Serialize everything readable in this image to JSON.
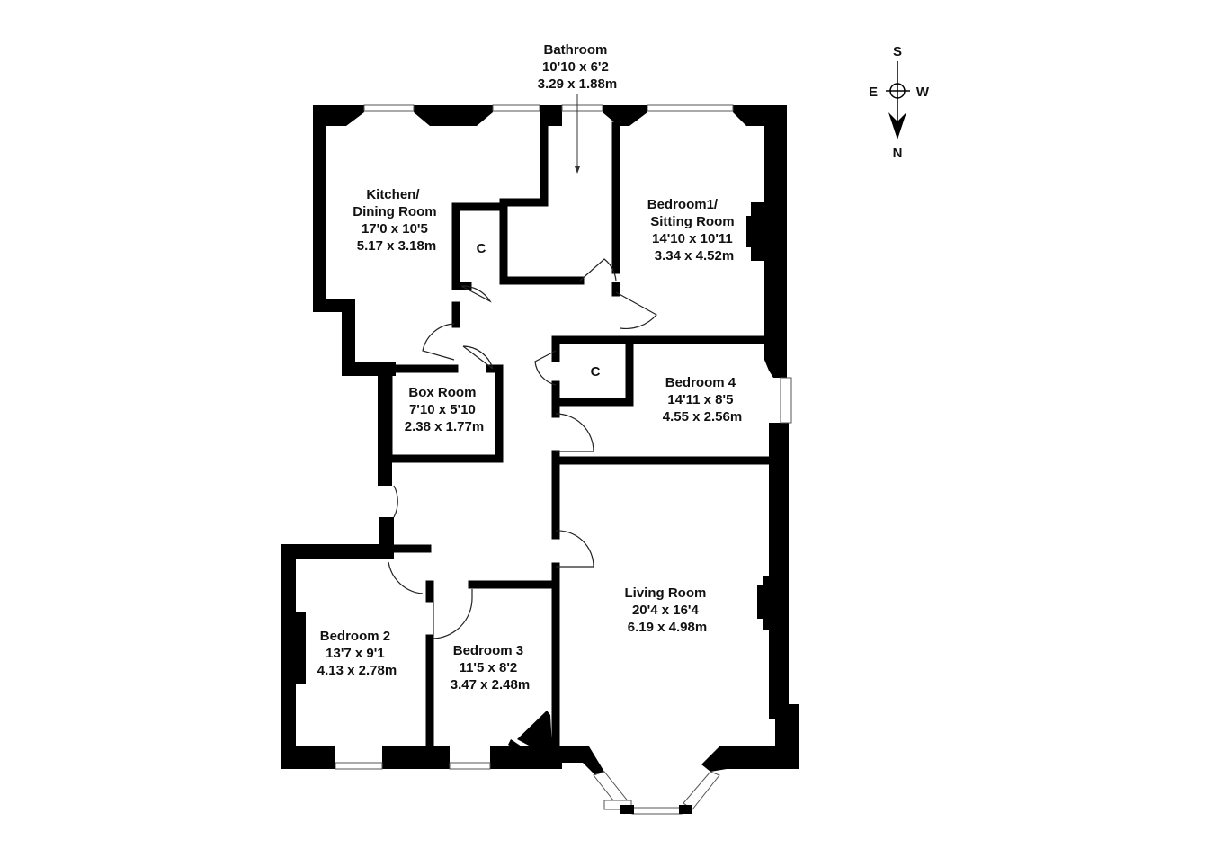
{
  "compass": {
    "up": "S",
    "down": "N",
    "left": "E",
    "right": "W"
  },
  "rooms": [
    {
      "id": "bathroom",
      "lines": [
        "Bathroom",
        "10'10 x 6'2",
        "3.29 x 1.88m"
      ]
    },
    {
      "id": "kitchen",
      "lines": [
        "Kitchen/",
        "Dining Room",
        "17'0 x 10'5",
        "5.17 x 3.18m"
      ]
    },
    {
      "id": "bedroom1",
      "lines": [
        "Bedroom1/",
        "Sitting Room",
        "14'10 x 10'11",
        "3.34 x 4.52m"
      ]
    },
    {
      "id": "cupboard-a",
      "lines": [
        "C"
      ]
    },
    {
      "id": "cupboard-b",
      "lines": [
        "C"
      ]
    },
    {
      "id": "boxroom",
      "lines": [
        "Box Room",
        "7'10 x 5'10",
        "2.38 x 1.77m"
      ]
    },
    {
      "id": "bedroom4",
      "lines": [
        "Bedroom 4",
        "14'11 x 8'5",
        "4.55 x 2.56m"
      ]
    },
    {
      "id": "living",
      "lines": [
        "Living Room",
        "20'4 x 16'4",
        "6.19 x 4.98m"
      ]
    },
    {
      "id": "bedroom2",
      "lines": [
        "Bedroom 2",
        "13'7 x 9'1",
        "4.13 x 2.78m"
      ]
    },
    {
      "id": "bedroom3",
      "lines": [
        "Bedroom 3",
        "11'5 x 8'2",
        "3.47 x 2.48m"
      ]
    }
  ]
}
